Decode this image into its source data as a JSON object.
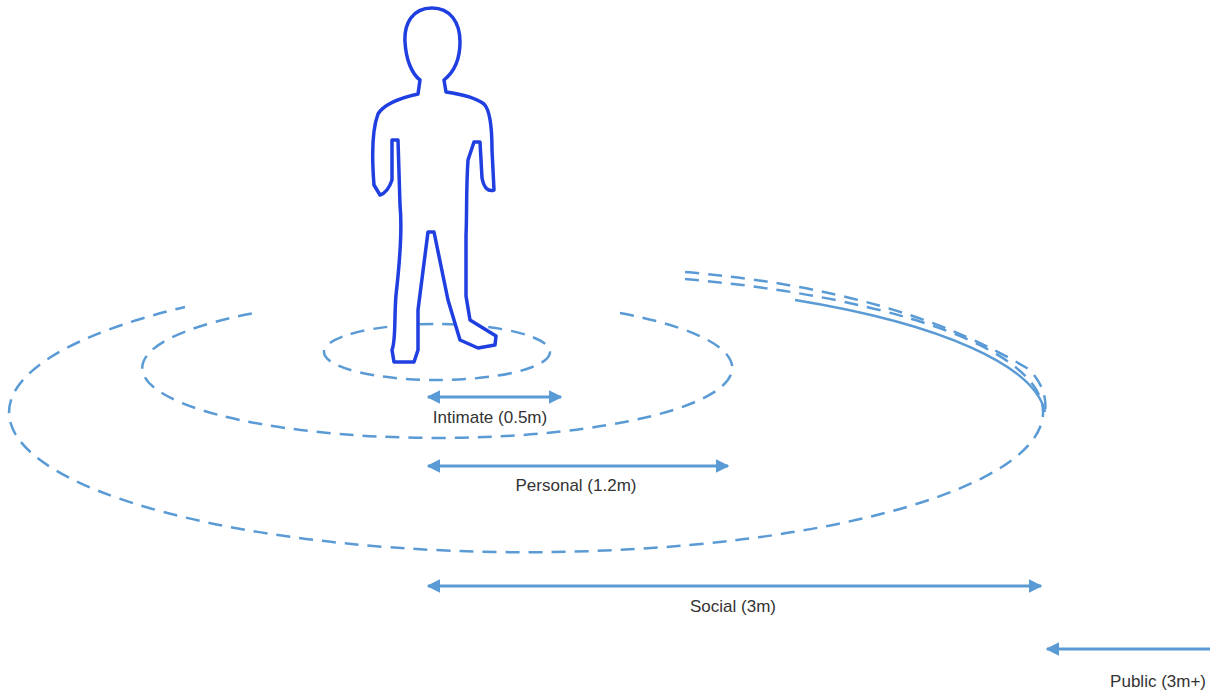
{
  "diagram": {
    "labels": [
      "Intimate (0.5m)",
      "Personal (1.2m)",
      "Social (3m)",
      "Public (3m+)"
    ]
  }
}
